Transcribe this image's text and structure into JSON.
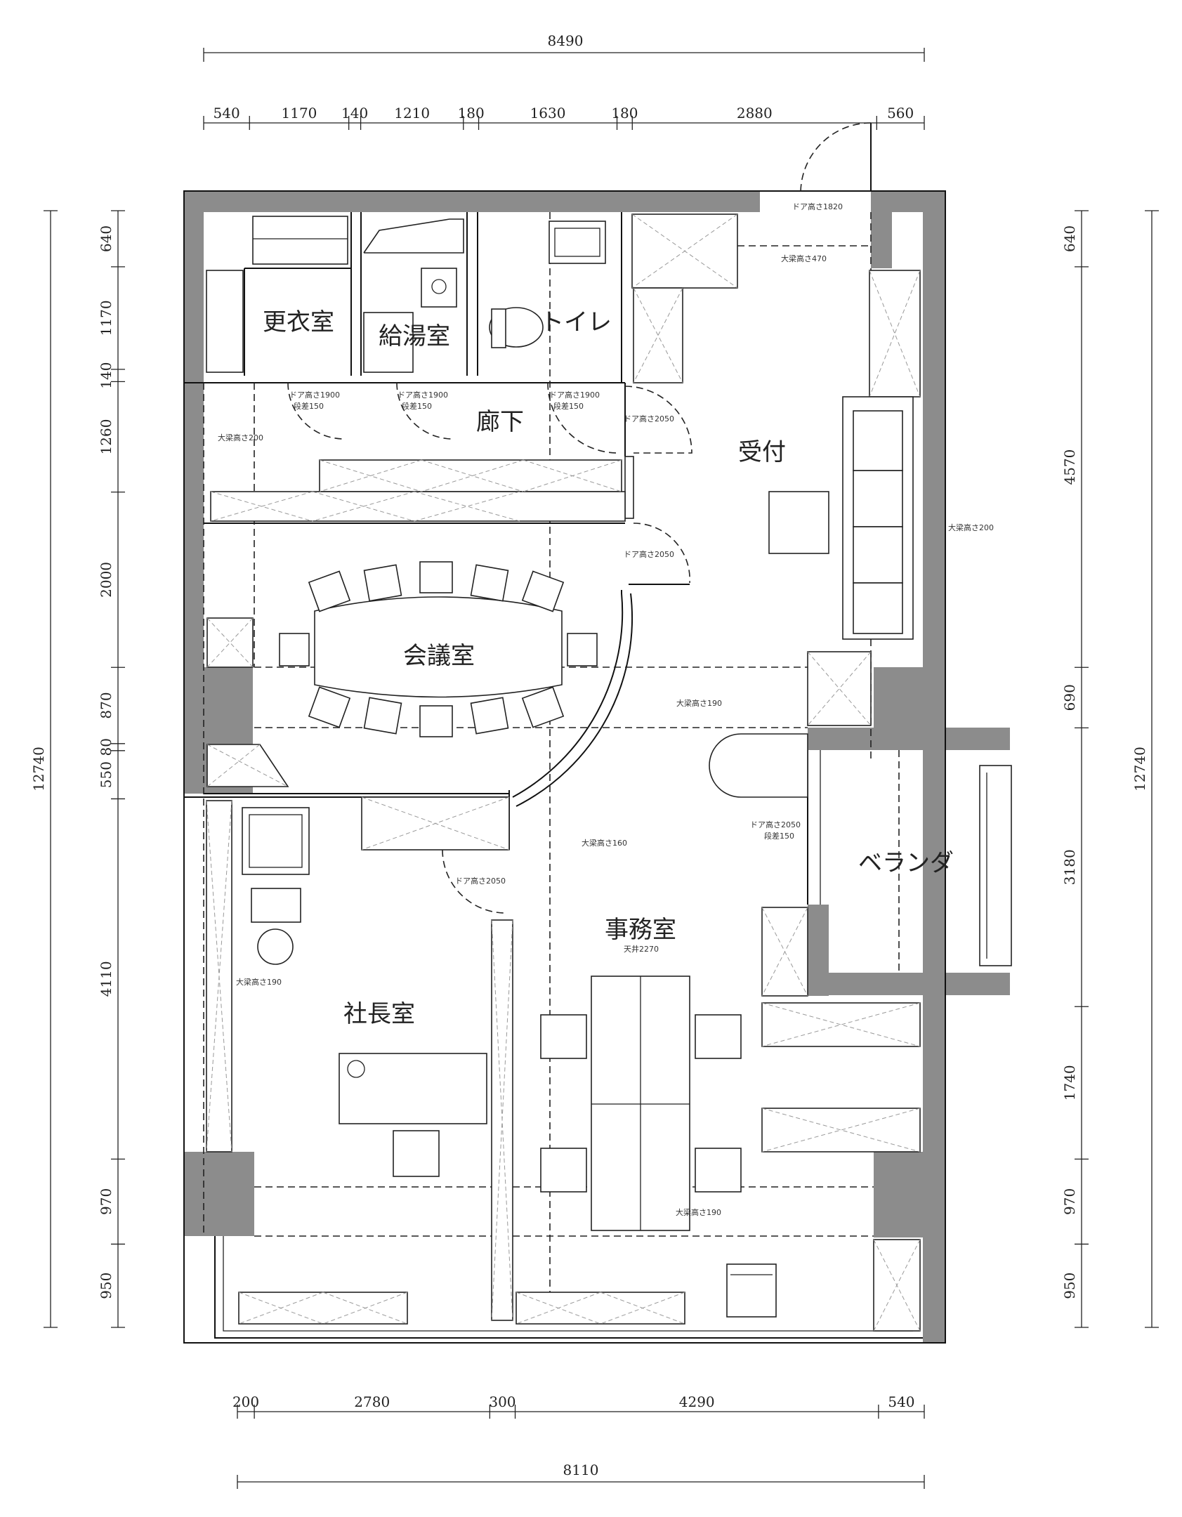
{
  "rooms": {
    "changing_room": "更衣室",
    "kitchenette": "給湯室",
    "toilet": "トイレ",
    "corridor": "廊下",
    "reception": "受付",
    "meeting_room": "会議室",
    "balcony": "ベランダ",
    "office": "事務室",
    "president_room": "社長室"
  },
  "dimensions": {
    "top_total": "8490",
    "top_segments": [
      "540",
      "1170",
      "140",
      "1210",
      "180",
      "1630",
      "180",
      "2880",
      "560"
    ],
    "bottom_segments": [
      "200",
      "2780",
      "300",
      "4290",
      "540"
    ],
    "bottom_total": "8110",
    "left_total": "12740",
    "left_segments": [
      "640",
      "1170",
      "140",
      "1260",
      "2000",
      "870",
      "80",
      "550",
      "4110",
      "970",
      "950"
    ],
    "right_total": "12740",
    "right_segments": [
      "640",
      "4570",
      "690",
      "3180",
      "1740",
      "970",
      "950"
    ]
  },
  "notes": {
    "door_top": "ドア高さ1820",
    "beam_top": "大梁高さ470",
    "door_changing": "ドア高さ1900",
    "door_changing_sub": "段差150",
    "door_kitchen": "ドア高さ1900",
    "door_kitchen_sub": "段差150",
    "door_toilet": "ドア高さ1900",
    "door_toilet_sub": "段差150",
    "door_corridor": "ドア高さ2050",
    "beam_corridor": "大梁高さ200",
    "door_reception": "ドア高さ2050",
    "beam_reception": "大梁高さ200",
    "beam_meeting": "大梁高さ190",
    "door_balcony": "ドア高さ2050",
    "door_balcony_sub": "段差150",
    "beam_office": "大梁高さ160",
    "door_president": "ドア高さ2050",
    "beam_president": "大梁高さ190",
    "office_ceiling": "天井2270",
    "beam_bottom": "大梁高さ190"
  }
}
